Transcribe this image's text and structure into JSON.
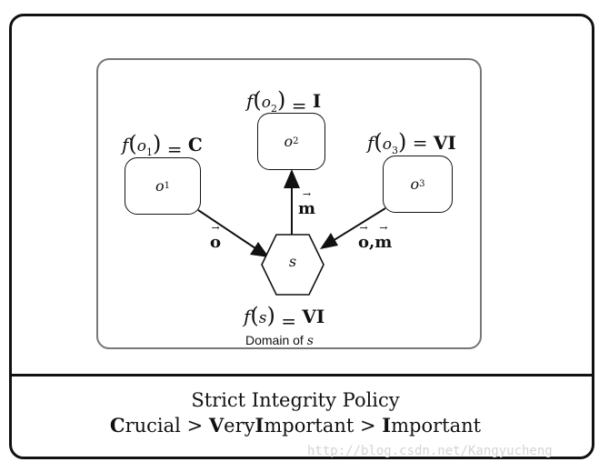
{
  "domain_caption": {
    "prefix": "Domain of ",
    "var": "s"
  },
  "nodes": {
    "o1": {
      "name": "o",
      "sub": "1"
    },
    "o2": {
      "name": "o",
      "sub": "2"
    },
    "o3": {
      "name": "o",
      "sub": "3"
    },
    "s": {
      "name": "s"
    }
  },
  "labels": {
    "o1": {
      "fn": "f",
      "open": "(",
      "var": "o",
      "sub": "1",
      "close": ")",
      "eq": "=",
      "level": "C"
    },
    "o2": {
      "fn": "f",
      "open": "(",
      "var": "o",
      "sub": "2",
      "close": ")",
      "eq": "=",
      "level": "I"
    },
    "o3": {
      "fn": "f",
      "open": "(",
      "var": "o",
      "sub": "3",
      "close": ")",
      "eq": "=",
      "level": "VI"
    },
    "s": {
      "fn": "f",
      "open": "(",
      "var": "s",
      "close": ")",
      "eq": "=",
      "level": "VI"
    }
  },
  "edges": {
    "o1_s": {
      "label1": "o"
    },
    "s_o2": {
      "label1": "m"
    },
    "o3_s": {
      "label1": "o",
      "sep": ",",
      "label2": "m"
    }
  },
  "policy": {
    "title": "Strict Integrity Policy",
    "levels": [
      {
        "initial": "C",
        "rest": "rucial"
      },
      {
        "initial": "V",
        "rest": "ery"
      },
      {
        "initial": "I",
        "rest": "mportant"
      },
      {
        "initial": "I",
        "rest": "mportant"
      }
    ],
    "gt": ">"
  },
  "watermark": "http://blog.csdn.net/Kangyucheng",
  "colors": {
    "stroke": "#111111",
    "domain_border": "#777777",
    "watermark": "#d4d4d4"
  }
}
